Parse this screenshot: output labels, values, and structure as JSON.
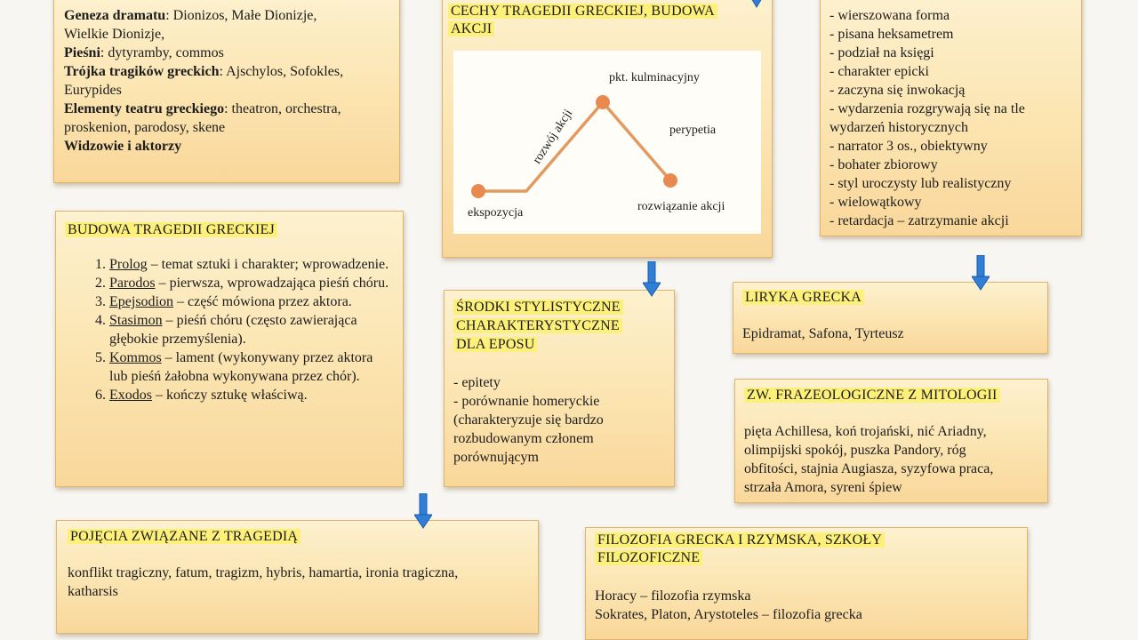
{
  "card_intro": {
    "lines": [
      {
        "b": "Geneza dramatu",
        "t": ": Dionizos, Małe Dionizje,"
      },
      {
        "b": "",
        "t": "Wielkie Dionizje,"
      },
      {
        "b": "Pieśni",
        "t": ": dytyramby, commos"
      },
      {
        "b": "Trójka tragików greckich",
        "t": ": Ajschylos, Sofokles,"
      },
      {
        "b": "",
        "t": "Eurypides"
      },
      {
        "b": "Elementy teatru greckiego",
        "t": ": theatron, orchestra,"
      },
      {
        "b": "",
        "t": "proskenion, parodosy, skene"
      },
      {
        "b": "Widzowie i aktorzy",
        "t": ""
      }
    ]
  },
  "card_cechy": {
    "title_line1": "CECHY TRAGEDII GRECKIEJ, BUDOWA",
    "title_line2": "AKCJI",
    "diagram": {
      "ekspozycja": "ekspozycja",
      "rozwoj": "rozwój akcji",
      "kulminacja": "pkt. kulminacyjny",
      "perypetia": "perypetia",
      "rozwiazanie": "rozwiązanie akcji"
    }
  },
  "card_epos": {
    "items": [
      "- wierszowana forma",
      "- pisana heksametrem",
      "- podział na księgi",
      "- charakter epicki",
      "- zaczyna się inwokacją",
      "- wydarzenia rozgrywają się na tle",
      "wydarzeń historycznych",
      "- narrator 3 os., obiektywny",
      "- bohater zbiorowy",
      "- styl uroczysty lub realistyczny",
      "- wielowątkowy",
      "- retardacja – zatrzymanie akcji"
    ]
  },
  "card_budowa": {
    "title": "BUDOWA TRAGEDII GRECKIEJ",
    "items": [
      {
        "term": "Prolog",
        "desc": " – temat sztuki i charakter; wprowadzenie."
      },
      {
        "term": "Parodos",
        "desc": " – pierwsza, wprowadzająca pieśń chóru."
      },
      {
        "term": "Epejsodion",
        "desc": " – część mówiona przez aktora."
      },
      {
        "term": "Stasimon",
        "desc": " – pieśń chóru (często zawierająca głębokie przemyślenia)."
      },
      {
        "term": "Kommos",
        "desc": " – lament (wykonywany przez aktora lub pieśń żałobna wykonywana przez chór)."
      },
      {
        "term": "Exodos",
        "desc": " – kończy sztukę właściwą."
      }
    ]
  },
  "card_srodki": {
    "title_line1": "ŚRODKI STYLISTYCZNE",
    "title_line2": "CHARAKTERYSTYCZNE",
    "title_line3": "DLA EPOSU",
    "body": [
      "- epitety",
      "- porównanie homeryckie",
      "(charakteryzuje się bardzo",
      "rozbudowanym członem",
      "porównującym"
    ]
  },
  "card_liryka": {
    "title": "LIRYKA GRECKA",
    "body": "Epidramat, Safona, Tyrteusz"
  },
  "card_frazeo": {
    "title": "ZW. FRAZEOLOGICZNE Z MITOLOGII",
    "body": [
      "pięta Achillesa, koń trojański, nić Ariadny,",
      "olimpijski spokój, puszka Pandory, róg",
      "obfitości, stajnia Augiasza, syzyfowa praca,",
      "strzała Amora, syreni śpiew"
    ]
  },
  "card_pojecia": {
    "title": "POJĘCIA ZWIĄZANE Z TRAGEDIĄ",
    "body": [
      "konflikt tragiczny, fatum, tragizm, hybris, hamartia, ironia tragiczna,",
      "katharsis"
    ]
  },
  "card_filozofia": {
    "title_line1": "FILOZOFIA GRECKA I RZYMSKA, SZKOŁY",
    "title_line2": "FILOZOFICZNE",
    "body": [
      "Horacy – filozofia rzymska",
      "Sokrates, Platon, Arystoteles – filozofia grecka"
    ]
  },
  "colors": {
    "highlight": "#fdf07a",
    "arrow": "#2f7fd6",
    "diagram_line": "#e39a5f",
    "diagram_dot": "#e88a50"
  }
}
